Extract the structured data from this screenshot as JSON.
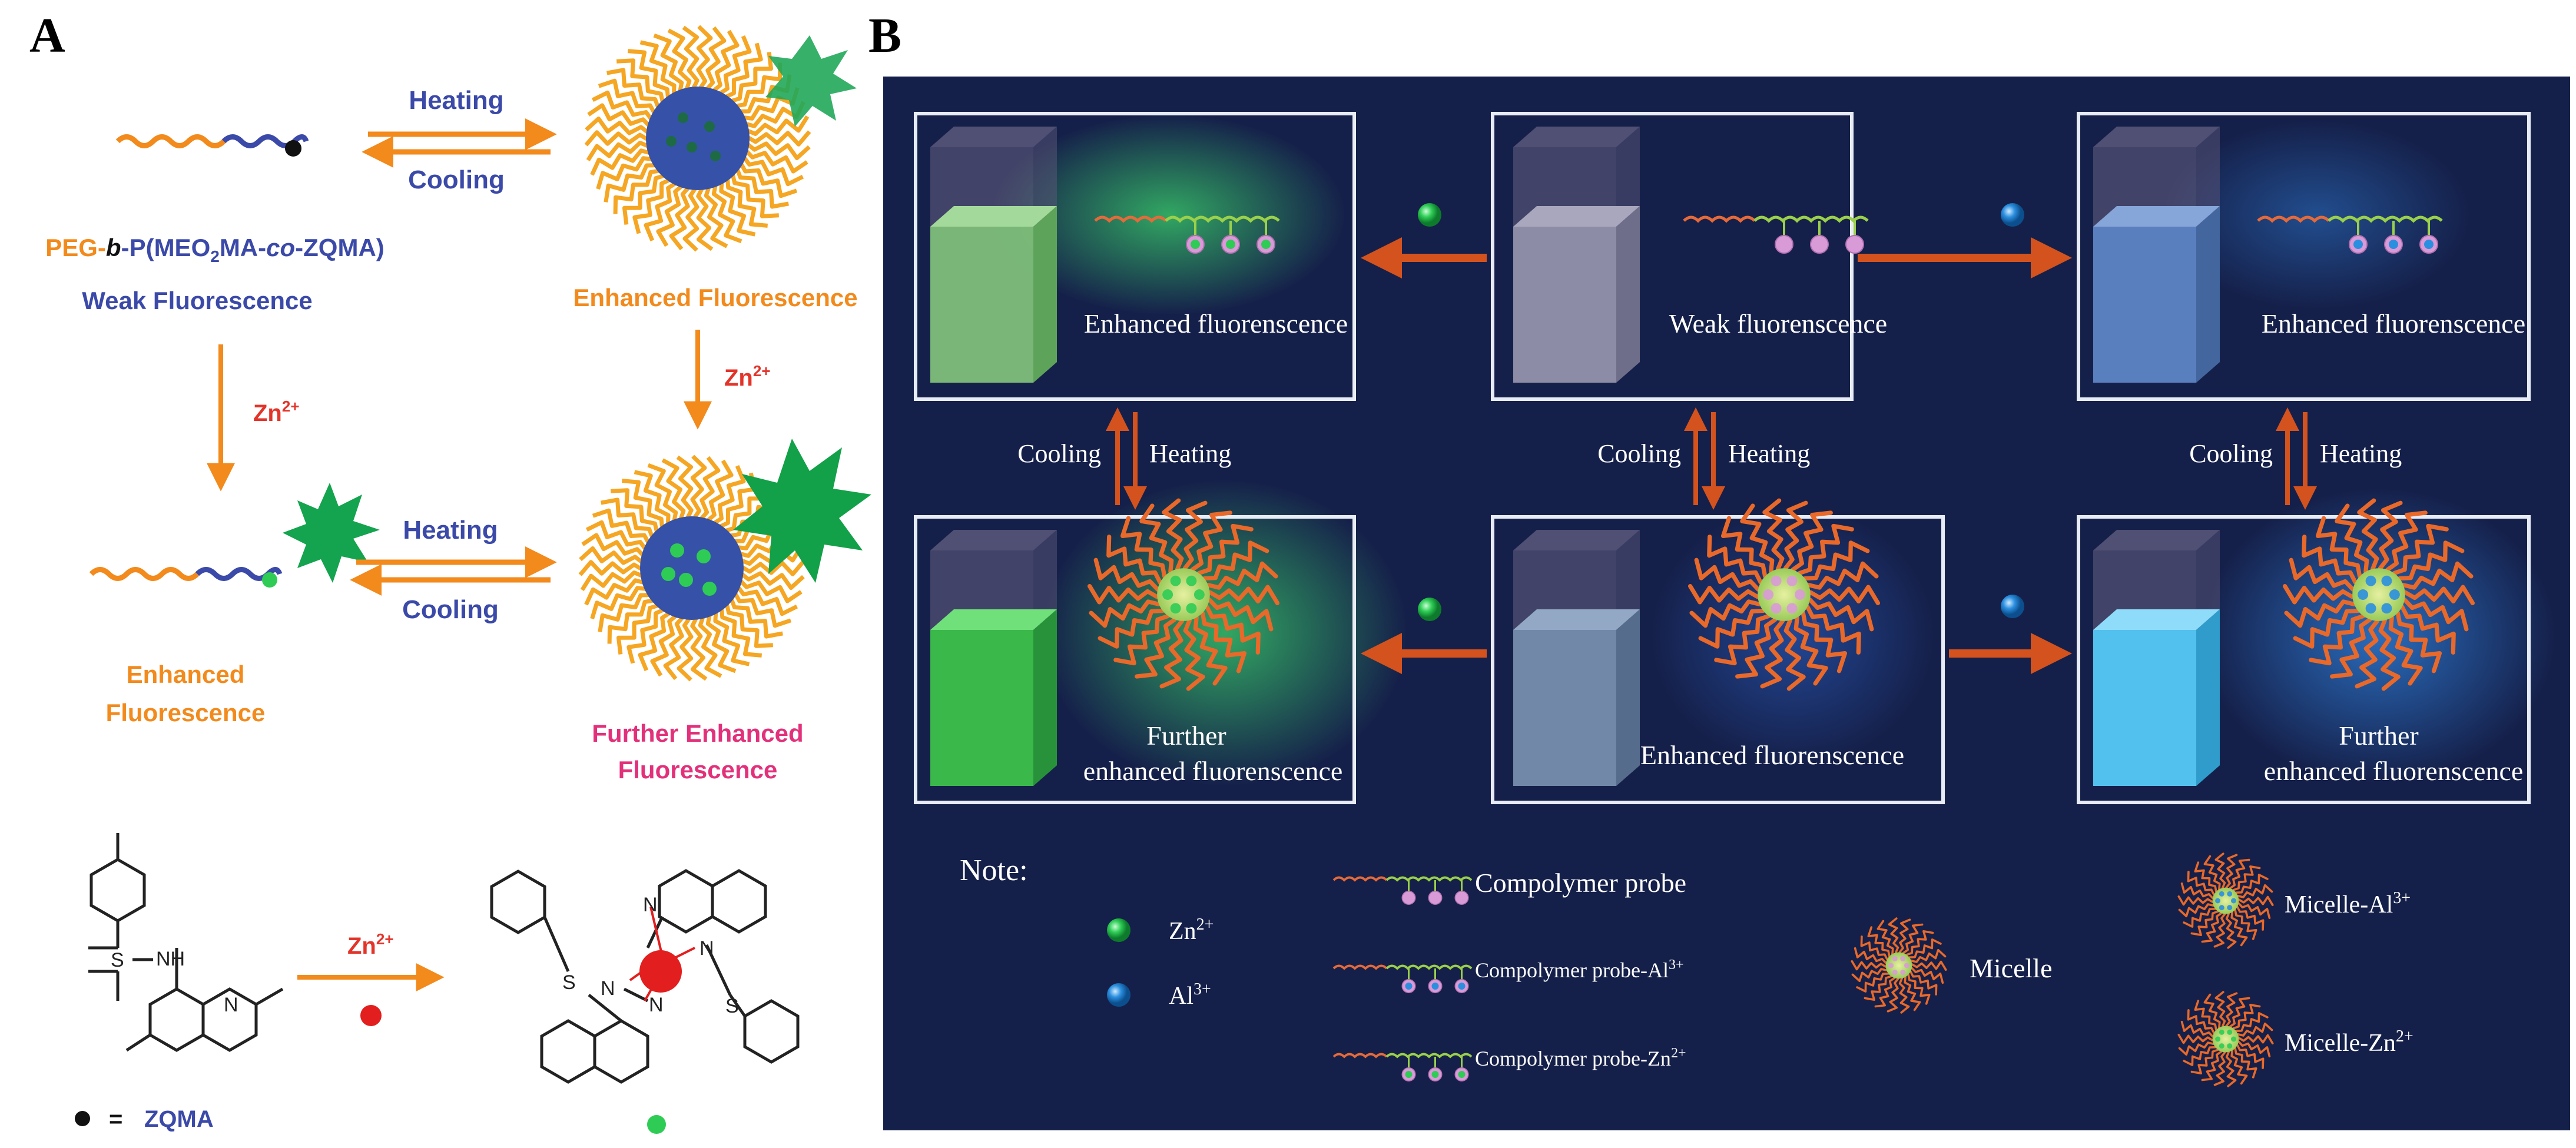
{
  "colors": {
    "orange": "#f28a1c",
    "blue_text": "#3b4aa8",
    "red_text": "#e3342a",
    "pink_text": "#e2317a",
    "navy_bg": "#15204a",
    "zn_green": "#2ecc55",
    "al_blue": "#2b8fe0",
    "arrow_orange": "#d4521d"
  },
  "panel_a": {
    "letter": "A",
    "heating_top": "Heating",
    "cooling_top": "Cooling",
    "heating_mid": "Heating",
    "cooling_mid": "Cooling",
    "polymer_name": {
      "p1": "PEG-",
      "p2": "b",
      "p3": "-P(MEO",
      "p4": "2",
      "p5": "MA-",
      "p6": "co",
      "p7": "-ZQMA)"
    },
    "weak_fluorescence": "Weak Fluorescence",
    "enhanced_fluorescence_top": "Enhanced Fluorescence",
    "zn_left": {
      "base": "Zn",
      "sup": "2+"
    },
    "zn_right": {
      "base": "Zn",
      "sup": "2+"
    },
    "zn_bottom": {
      "base": "Zn",
      "sup": "2+"
    },
    "enhanced_line1": "Enhanced",
    "enhanced_line2": "Fluorescence",
    "further_line1": "Further Enhanced",
    "further_line2": "Fluorescence",
    "nh_label": "NH",
    "legend": {
      "eq": "=",
      "name": "ZQMA"
    }
  },
  "panel_b": {
    "letter": "B",
    "boxes": {
      "top_left": "Enhanced fluorenscence",
      "top_mid": "Weak fluorenscence",
      "top_right": "Enhanced fluorenscence",
      "bot_left_1": "Further",
      "bot_left_2": "enhanced fluorenscence",
      "bot_mid": "Enhanced fluorenscence",
      "bot_right_1": "Further",
      "bot_right_2": "enhanced fluorenscence"
    },
    "cooling_l": "Cooling",
    "heating_l": "Heating",
    "cooling_m": "Cooling",
    "heating_m": "Heating",
    "cooling_r": "Cooling",
    "heating_r": "Heating",
    "note": {
      "title": "Note:",
      "zn": {
        "base": "Zn",
        "sup": "2+"
      },
      "al": {
        "base": "Al",
        "sup": "3+"
      },
      "probe": "Compolymer probe",
      "probe_al": {
        "base": "Compolymer probe-Al",
        "sup": "3+"
      },
      "probe_zn": {
        "base": "Compolymer probe-Zn",
        "sup": "2+"
      },
      "micelle": "Micelle",
      "micelle_al": {
        "base": "Micelle-Al",
        "sup": "3+"
      },
      "micelle_zn": {
        "base": "Micelle-Zn",
        "sup": "2+"
      }
    }
  }
}
